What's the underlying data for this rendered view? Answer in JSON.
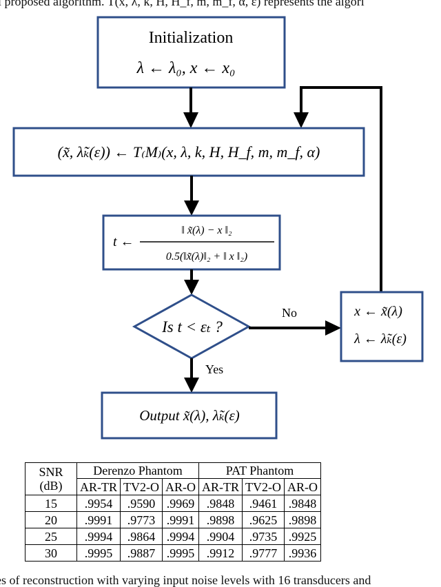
{
  "captions": {
    "top": "ll proposed algorithm. T(x, λ, k, H, H_f, m, m_f, α, ε) represents the algori",
    "bottom": "es of reconstruction with varying input noise levels with 16 transducers and"
  },
  "flowchart": {
    "init_title": "Initialization",
    "init_formula": "λ ← λ₀, x ← x₀",
    "step_formula": "(x̃, λ̃ₖ(ε)) ← T₍M₎(x, λ, k, H, H_f, m, m_f, α)",
    "t_lhs": "t ←",
    "t_numerator": "‖ x̃(λ) − x ‖₂",
    "t_denominator": "0.5(‖x̃(λ)‖₂ + ‖ x ‖₂)",
    "decision": "Is t < εₜ ?",
    "no_label": "No",
    "yes_label": "Yes",
    "update_line1": "x ← x̃(λ)",
    "update_line2": "λ ← λ̃ₖ(ε)",
    "output": "Output  x̃(λ), λ̃ₖ(ε)"
  },
  "table": {
    "snr_header_line1": "SNR",
    "snr_header_line2": "(dB)",
    "groups": [
      "Derenzo Phantom",
      "PAT Phantom"
    ],
    "columns": [
      "AR-TR",
      "TV2-O",
      "AR-O",
      "AR-TR",
      "TV2-O",
      "AR-O"
    ],
    "rows": [
      {
        "snr": "15",
        "values": [
          ".9954",
          ".9590",
          ".9969",
          ".9848",
          ".9461",
          ".9848"
        ]
      },
      {
        "snr": "20",
        "values": [
          ".9991",
          ".9773",
          ".9991",
          ".9898",
          ".9625",
          ".9898"
        ]
      },
      {
        "snr": "25",
        "values": [
          ".9994",
          ".9864",
          ".9994",
          ".9904",
          ".9735",
          ".9925"
        ]
      },
      {
        "snr": "30",
        "values": [
          ".9995",
          ".9887",
          ".9995",
          ".9912",
          ".9777",
          ".9936"
        ]
      }
    ]
  }
}
